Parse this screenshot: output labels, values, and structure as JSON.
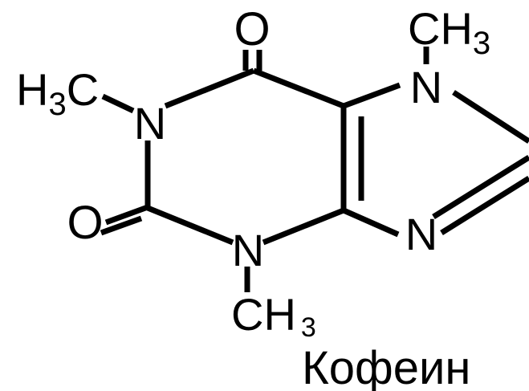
{
  "molecule": {
    "caption": "Кофеин",
    "atoms": {
      "carbonyl_top_o": "O",
      "carbonyl_left_o": "O",
      "n1": "N",
      "n3": "N",
      "n7": "N",
      "n9": "N",
      "methyl_top_c": "CH",
      "methyl_top_sub": "3",
      "methyl_left_h": "H",
      "methyl_left_sub": "3",
      "methyl_left_c": "C",
      "methyl_bottom_c": "CH",
      "methyl_bottom_sub": "3"
    }
  },
  "colors": {
    "ink": "#000000",
    "background": "#ffffff"
  }
}
